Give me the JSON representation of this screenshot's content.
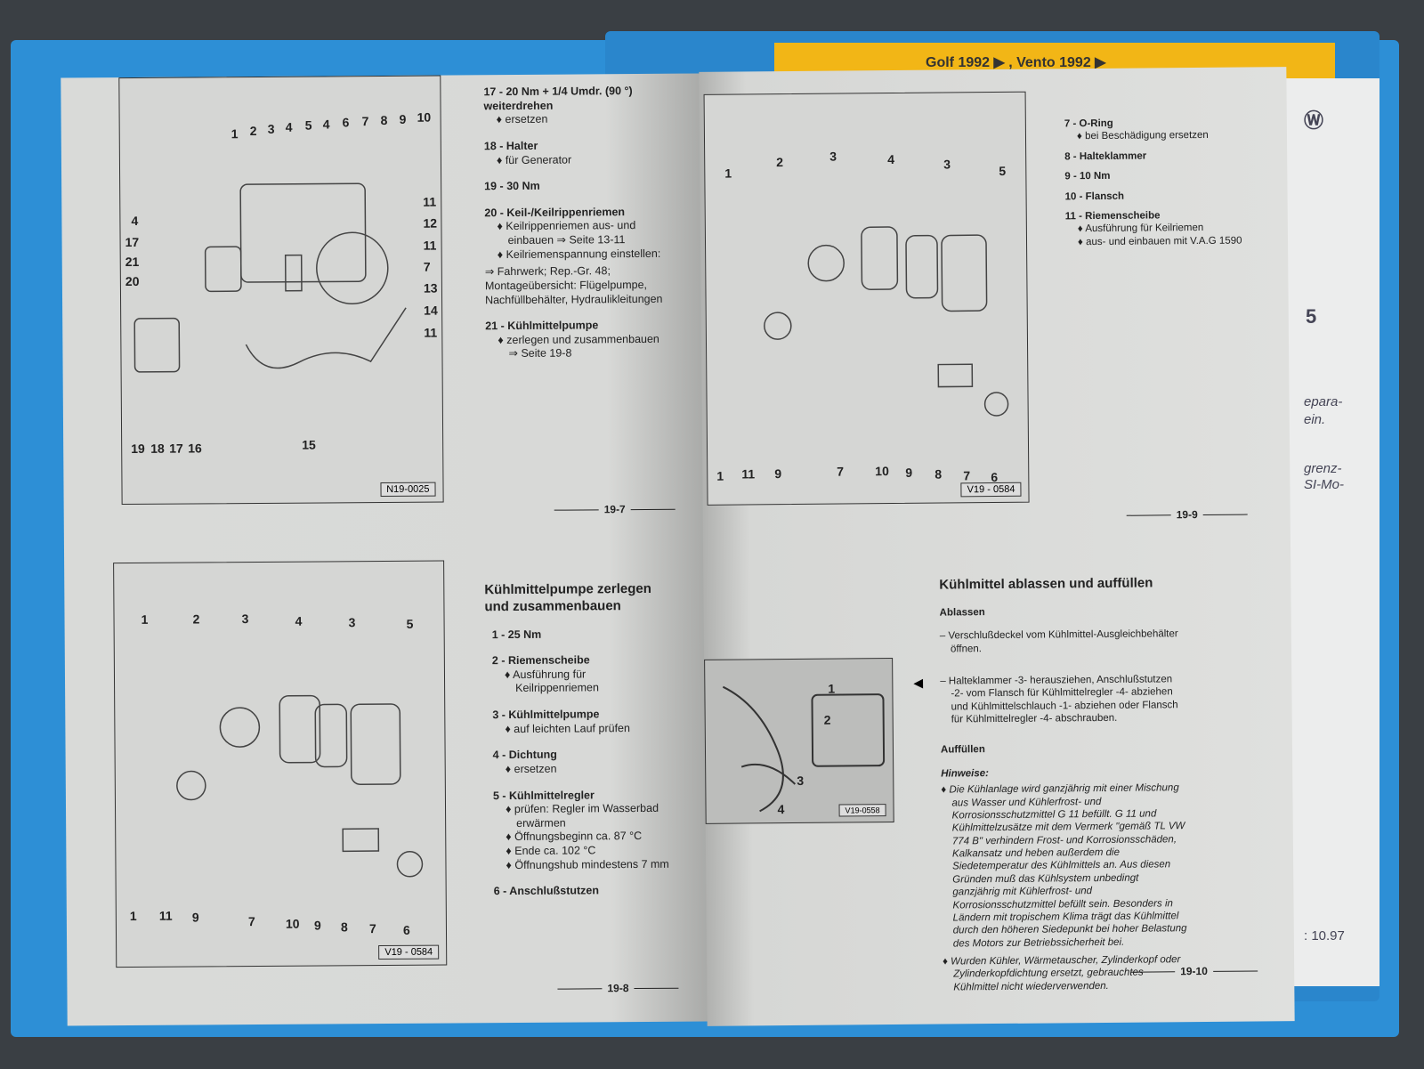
{
  "tab": {
    "label": "Golf 1992 ▶ , Vento 1992 ▶"
  },
  "insert": {
    "number": "5",
    "t1": "epara-",
    "t2": "ein.",
    "t3": "grenz-",
    "t4": "SI-Mo-",
    "date": ": 10.97"
  },
  "diagram1": {
    "code": "N19-0025",
    "top": [
      "1",
      "2",
      "3",
      "4",
      "5",
      "4",
      "6",
      "7",
      "8",
      "9",
      "10"
    ],
    "right": [
      "11",
      "12",
      "11",
      "7",
      "13",
      "14",
      "11"
    ],
    "left": [
      "4",
      "17",
      "21",
      "20"
    ],
    "bottom": [
      "19",
      "18",
      "17",
      "16",
      "15"
    ]
  },
  "diagram2": {
    "code": "V19 - 0584",
    "top": [
      "1",
      "2",
      "3",
      "4",
      "3",
      "5"
    ],
    "bottom": [
      "1",
      "11",
      "9",
      "7",
      "10",
      "9",
      "8",
      "7",
      "6"
    ]
  },
  "diagram3": {
    "code": "V19 - 0584",
    "top": [
      "1",
      "2",
      "3",
      "4",
      "3",
      "5"
    ],
    "bottom": [
      "1",
      "11",
      "9",
      "7",
      "10",
      "9",
      "8",
      "7",
      "6"
    ]
  },
  "diagram4": {
    "code": "V19-0558",
    "labels": [
      "1",
      "2",
      "3",
      "4"
    ]
  },
  "page197": {
    "number": "19-7",
    "items": [
      {
        "title": "17 - 20 Nm + 1/4 Umdr. (90 °) weiterdrehen",
        "bullets": [
          "ersetzen"
        ]
      },
      {
        "title": "18 - Halter",
        "bullets": [
          "für Generator"
        ]
      },
      {
        "title": "19 - 30 Nm",
        "bullets": []
      },
      {
        "title": "20 - Keil-/Keilrippenriemen",
        "bullets": [
          "Keilrippenriemen aus- und einbauen ⇒ Seite 13-11",
          "Keilriemenspannung einstellen:"
        ]
      },
      {
        "ref": "⇒ Fahrwerk; Rep.-Gr. 48; Montageübersicht: Flügelpumpe, Nachfüllbehälter, Hydraulikleitungen"
      },
      {
        "title": "21 - Kühlmittelpumpe",
        "bullets": [
          "zerlegen und zusammenbauen ⇒ Seite 19-8"
        ]
      }
    ]
  },
  "page198": {
    "number": "19-8",
    "heading": "Kühlmittelpumpe zerlegen und zusammenbauen",
    "items": [
      {
        "title": "1 - 25 Nm"
      },
      {
        "title": "2 - Riemenscheibe",
        "b1": "Ausführung für Keilrippenriemen"
      },
      {
        "title": "3 - Kühlmittelpumpe",
        "b1": "auf leichten Lauf prüfen"
      },
      {
        "title": "4 - Dichtung",
        "b1": "ersetzen"
      },
      {
        "title": "5 - Kühlmittelregler",
        "b1": "prüfen: Regler im Wasserbad erwärmen",
        "b2": "Öffnungsbeginn ca. 87 °C",
        "b3": "Ende ca. 102 °C",
        "b4": "Öffnungshub mindestens 7 mm"
      },
      {
        "title": "6 - Anschlußstutzen"
      }
    ]
  },
  "page199": {
    "number": "19-9",
    "items": [
      {
        "title": "7 - O-Ring",
        "b1": "bei Beschädigung ersetzen"
      },
      {
        "title": "8 - Halteklammer"
      },
      {
        "title": "9 - 10 Nm"
      },
      {
        "title": "10 - Flansch"
      },
      {
        "title": "11 - Riemenscheibe",
        "b1": "Ausführung für Keilriemen",
        "b2": "aus- und einbauen mit V.A.G 1590"
      }
    ]
  },
  "page1910": {
    "number": "19-10",
    "heading": "Kühlmittel ablassen und auffüllen",
    "ablassen": "Ablassen",
    "step1": "– Verschlußdeckel vom Kühlmittel-Ausgleichbehälter öffnen.",
    "step2": "– Halteklammer -3- herausziehen, Anschlußstutzen -2- vom Flansch für Kühlmittelregler -4- abziehen und Kühlmittelschlauch -1- abziehen oder Flansch für Kühlmittelregler -4- abschrauben.",
    "auffuellen": "Auffüllen",
    "hinweise": "Hinweise:",
    "note1": "Die Kühlanlage wird ganzjährig mit einer Mischung aus Wasser und Kühlerfrost- und Korrosionsschutzmittel G 11 befüllt. G 11 und Kühlmittelzusätze mit dem Vermerk \"gemäß TL VW 774 B\" verhindern Frost- und Korrosionsschäden, Kalkansatz und heben außerdem die Siedetemperatur des Kühlmittels an. Aus diesen Gründen muß das Kühlsystem unbedingt ganzjährig mit Kühlerfrost- und Korrosionsschutzmittel befüllt sein. Besonders in Ländern mit tropischem Klima trägt das Kühlmittel durch den höheren Siedepunkt bei hoher Belastung des Motors zur Betriebssicherheit bei.",
    "note2": "Wurden Kühler, Wärmetauscher, Zylinderkopf oder Zylinderkopfdichtung ersetzt, gebrauchtes Kühlmittel nicht wiederverwenden."
  }
}
